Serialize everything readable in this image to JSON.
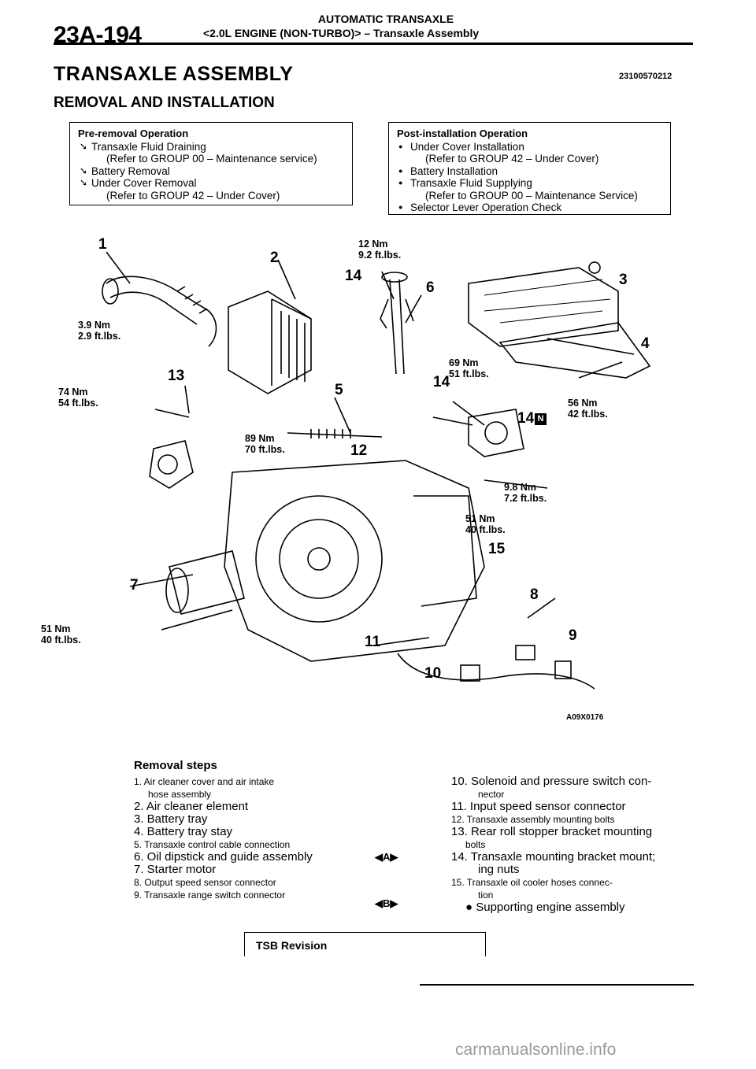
{
  "header": {
    "page_number": "23A-194",
    "section": "AUTOMATIC TRANSAXLE",
    "subsection": "<2.0L ENGINE (NON-TURBO)> – Transaxle Assembly"
  },
  "title": "TRANSAXLE ASSEMBLY",
  "doc_id": "23100570212",
  "subtitle": "REMOVAL AND INSTALLATION",
  "pre_removal": {
    "heading": "Pre-removal Operation",
    "items": [
      {
        "text": "Transaxle Fluid Draining",
        "indent": false
      },
      {
        "text": "(Refer to GROUP 00 – Maintenance service)",
        "indent": true
      },
      {
        "text": "Battery Removal",
        "indent": false
      },
      {
        "text": "Under Cover Removal",
        "indent": false
      },
      {
        "text": "(Refer to GROUP 42 – Under Cover)",
        "indent": true
      }
    ]
  },
  "post_install": {
    "heading": "Post-installation Operation",
    "items": [
      {
        "text": "Under Cover Installation",
        "indent": false
      },
      {
        "text": "(Refer to GROUP 42 – Under Cover)",
        "indent": true
      },
      {
        "text": "Battery Installation",
        "indent": false
      },
      {
        "text": "Transaxle Fluid Supplying",
        "indent": false
      },
      {
        "text": "(Refer to GROUP 00 – Maintenance Service)",
        "indent": true
      },
      {
        "text": "Selector Lever Operation Check",
        "indent": false
      }
    ]
  },
  "diagram": {
    "callouts": [
      "1",
      "2",
      "3",
      "4",
      "5",
      "6",
      "7",
      "8",
      "9",
      "10",
      "11",
      "12",
      "13",
      "14",
      "14",
      "14",
      "15"
    ],
    "torques": [
      {
        "nm": "12 Nm",
        "ft": "9.2 ft.lbs."
      },
      {
        "nm": "3.9 Nm",
        "ft": "2.9 ft.lbs."
      },
      {
        "nm": "69 Nm",
        "ft": "51 ft.lbs."
      },
      {
        "nm": "74 Nm",
        "ft": "54 ft.lbs."
      },
      {
        "nm": "56 Nm",
        "ft": "42 ft.lbs."
      },
      {
        "nm": "89 Nm",
        "ft": "70 ft.lbs."
      },
      {
        "nm": "9.8 Nm",
        "ft": "7.2 ft.lbs."
      },
      {
        "nm": "51 Nm",
        "ft": "40 ft.lbs."
      },
      {
        "nm": "51 Nm",
        "ft": "40 ft.lbs."
      }
    ],
    "n_mark": "N",
    "figure_code": "A09X0176"
  },
  "removal": {
    "title": "Removal steps",
    "left": [
      {
        "text": "1. Air cleaner cover and air intake",
        "size": "sm",
        "indent": 0
      },
      {
        "text": "hose assembly",
        "size": "sm",
        "indent": 1
      },
      {
        "text": "2. Air cleaner element",
        "size": "n",
        "indent": 0
      },
      {
        "text": "3. Battery tray",
        "size": "n",
        "indent": 0
      },
      {
        "text": "4. Battery tray stay",
        "size": "n",
        "indent": 0
      },
      {
        "text": "5. Transaxle control cable connection",
        "size": "sm",
        "indent": 0
      },
      {
        "text": "6. Oil dipstick and guide assembly",
        "size": "n",
        "indent": 0
      },
      {
        "text": "7. Starter motor",
        "size": "n",
        "indent": 0
      },
      {
        "text": "8. Output speed sensor connector",
        "size": "sm",
        "indent": 0
      },
      {
        "text": "9. Transaxle range switch connector",
        "size": "sm",
        "indent": 0
      }
    ],
    "right": [
      {
        "text": "10. Solenoid and pressure switch con-",
        "size": "n",
        "indent": 0
      },
      {
        "text": "nector",
        "size": "sm",
        "indent": 2
      },
      {
        "text": "11. Input speed sensor connector",
        "size": "n",
        "indent": 0
      },
      {
        "text": "12. Transaxle assembly mounting bolts",
        "size": "sm",
        "indent": 0
      },
      {
        "text": "13. Rear roll stopper bracket mounting",
        "size": "n",
        "indent": 0
      },
      {
        "text": "bolts",
        "size": "sm",
        "indent": 1
      },
      {
        "text": "14. Transaxle mounting bracket mount;",
        "size": "n",
        "indent": 0
      },
      {
        "text": "ing nuts",
        "size": "n",
        "indent": 2
      },
      {
        "text": "15. Transaxle oil cooler hoses connec-",
        "size": "sm",
        "indent": 0
      },
      {
        "text": "tion",
        "size": "sm",
        "indent": 2
      },
      {
        "text": "● Supporting engine assembly",
        "size": "n",
        "indent": 1
      }
    ],
    "marker_a": "◀A▶",
    "marker_b": "◀B▶"
  },
  "footer": {
    "tsb": "TSB Revision",
    "watermark": "carmanualsonline.info"
  }
}
